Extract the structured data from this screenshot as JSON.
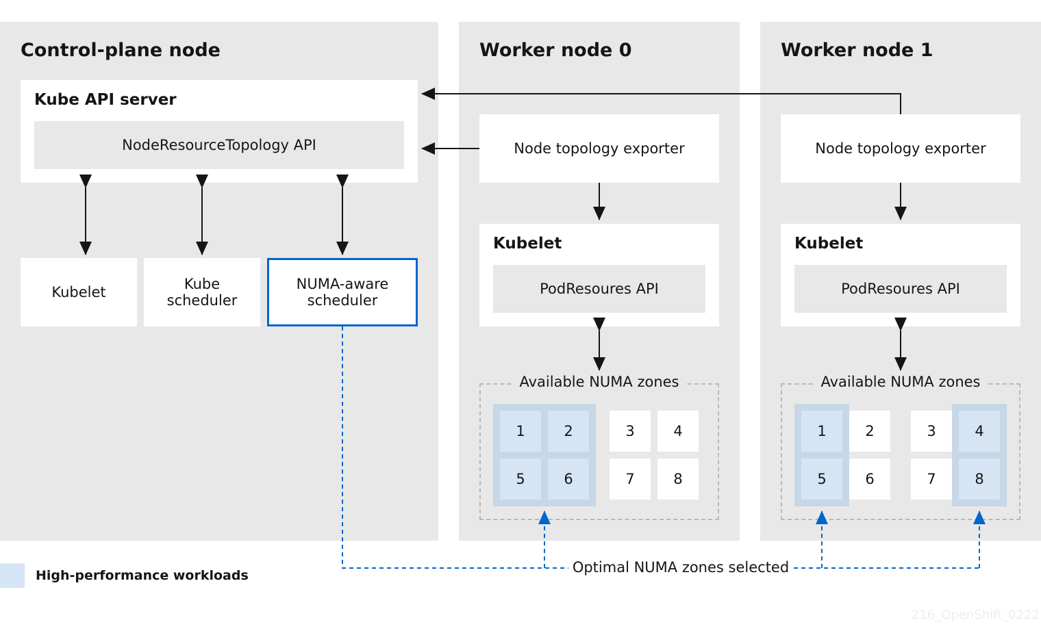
{
  "control_plane": {
    "title": "Control-plane node",
    "api_server": {
      "title": "Kube API server",
      "topology_api": "NodeResourceTopology API"
    },
    "kubelet": "Kubelet",
    "kube_scheduler": "Kube\nscheduler",
    "numa_scheduler": "NUMA-aware\nscheduler"
  },
  "workers": [
    {
      "title": "Worker node 0",
      "exporter": "Node topology exporter",
      "kubelet_title": "Kubelet",
      "pod_resources_api": "PodResoures API",
      "numa_zones_label": "Available NUMA zones",
      "zones": [
        "1",
        "2",
        "3",
        "4",
        "5",
        "6",
        "7",
        "8"
      ],
      "high_performance_zones": [
        "1",
        "2",
        "5",
        "6"
      ]
    },
    {
      "title": "Worker node 1",
      "exporter": "Node topology exporter",
      "kubelet_title": "Kubelet",
      "pod_resources_api": "PodResoures API",
      "numa_zones_label": "Available NUMA zones",
      "zones": [
        "1",
        "2",
        "3",
        "4",
        "5",
        "6",
        "7",
        "8"
      ],
      "high_performance_zones": [
        "1",
        "5",
        "4",
        "8"
      ]
    }
  ],
  "optimal_label": "Optimal NUMA zones selected",
  "legend": {
    "label": "High-performance workloads"
  },
  "watermark": "216_OpenShift_0222",
  "colors": {
    "panel": "#e8e8e8",
    "high_performance": "#d6e5f5",
    "high_performance_group": "#c7d7e6",
    "numa_scheduler_border": "#0066cc",
    "dashed_connector": "#0066cc"
  }
}
